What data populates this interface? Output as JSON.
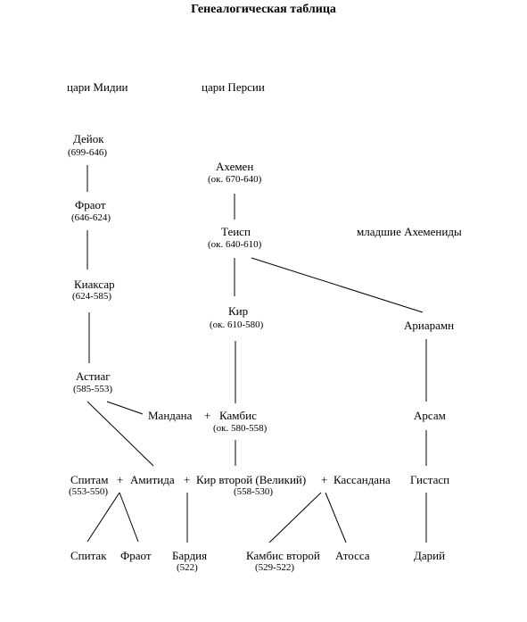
{
  "title": "Генеалогическая таблица",
  "headers": {
    "media": "цари Мидии",
    "persia": "цари Персии",
    "junior": "младшие Ахемениды"
  },
  "people": {
    "deiok": {
      "name": "Дейок",
      "dates": "(699-646)"
    },
    "fraot1": {
      "name": "Фраот",
      "dates": "(646-624)"
    },
    "kiaksar": {
      "name": "Киаксар",
      "dates": "(624-585)"
    },
    "astiag": {
      "name": "Астиаг",
      "dates": "(585-553)"
    },
    "ahemen": {
      "name": "Ахемен",
      "dates": "(ок. 670-640)"
    },
    "teisp": {
      "name": "Теисп",
      "dates": "(ок. 640-610)"
    },
    "kir1": {
      "name": "Кир",
      "dates": "(ок. 610-580)"
    },
    "mandana": {
      "name": "Мандана"
    },
    "kambis1": {
      "name": "Камбис",
      "dates": "(ок. 580-558)"
    },
    "ariaramn": {
      "name": "Ариарамн"
    },
    "arsam": {
      "name": "Арсам"
    },
    "gistasp": {
      "name": "Гистасп"
    },
    "spitam": {
      "name": "Спитам",
      "dates": "(553-550)"
    },
    "amitida": {
      "name": "Амитида"
    },
    "kir2": {
      "name": "Кир второй (Великий)",
      "dates": "(558-530)"
    },
    "kassandana": {
      "name": "Кассандана"
    },
    "spitak": {
      "name": "Спитак"
    },
    "fraot2": {
      "name": "Фраот"
    },
    "bardiya": {
      "name": "Бардия",
      "dates": "(522)"
    },
    "kambis2": {
      "name": "Камбис второй",
      "dates": "(529-522)"
    },
    "atossa": {
      "name": "Атосса"
    },
    "dariy": {
      "name": "Дарий"
    }
  },
  "symbols": {
    "plus": "+"
  }
}
